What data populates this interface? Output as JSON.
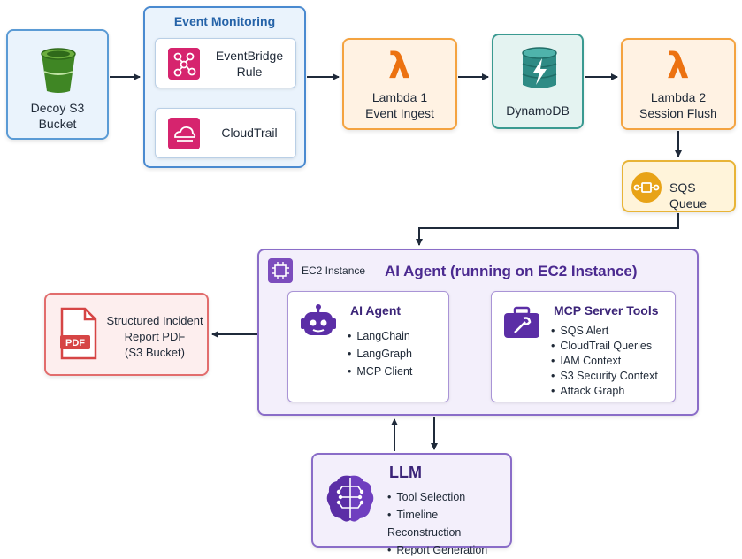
{
  "nodes": {
    "s3": {
      "label": "Decoy S3\nBucket"
    },
    "event_monitoring": {
      "title": "Event Monitoring",
      "eventbridge": "EventBridge\nRule",
      "cloudtrail": "CloudTrail"
    },
    "lambda1": {
      "label": "Lambda 1\nEvent Ingest"
    },
    "dynamodb": {
      "label": "DynamoDB"
    },
    "lambda2": {
      "label": "Lambda 2\nSession Flush"
    },
    "sqs": {
      "label": "SQS Queue"
    },
    "ec2": {
      "tag": "EC2 Instance",
      "title": "AI Agent (running on EC2 Instance)",
      "agent": {
        "title": "AI Agent",
        "items": [
          "LangChain",
          "LangGraph",
          "MCP Client"
        ]
      },
      "mcp": {
        "title": "MCP Server Tools",
        "items": [
          "SQS Alert",
          "CloudTrail Queries",
          "IAM Context",
          "S3 Security Context",
          "Attack Graph"
        ]
      }
    },
    "report": {
      "label": "Structured Incident\nReport PDF\n(S3 Bucket)",
      "icon_text": "PDF"
    },
    "llm": {
      "title": "LLM",
      "items": [
        "Tool Selection",
        "Timeline Reconstruction",
        "Report Generation"
      ]
    }
  },
  "colors": {
    "arrow": "#1f2a3a",
    "s3_green": "#3f8624",
    "event_pink": "#d6246e",
    "lambda_orange": "#ec7211",
    "dynamo_teal": "#2e8b85",
    "sqs_yellow": "#d99a16",
    "ec2_purple": "#7c4dbd",
    "pdf_red": "#d64545"
  },
  "icons": [
    "bucket-icon",
    "eventbridge-icon",
    "cloudtrail-icon",
    "lambda-icon",
    "dynamodb-icon",
    "sqs-icon",
    "ec2-chip-icon",
    "robot-icon",
    "toolbox-icon",
    "pdf-icon",
    "brain-icon"
  ]
}
